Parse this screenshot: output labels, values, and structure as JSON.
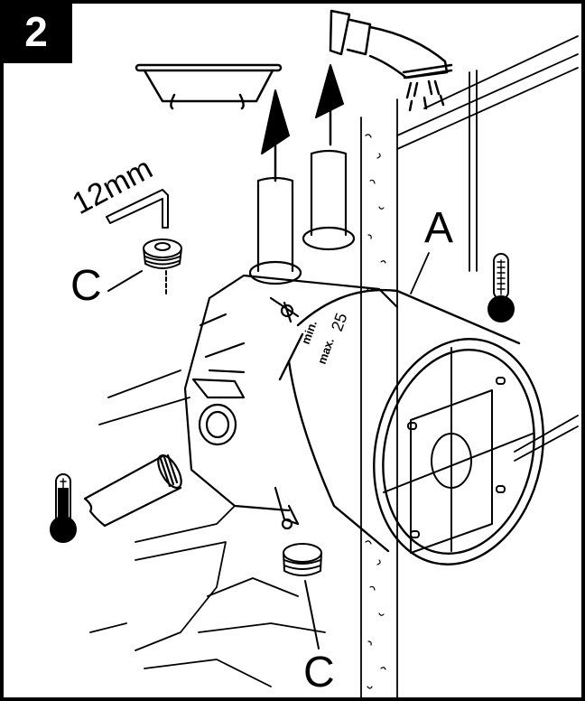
{
  "step": {
    "number": "2"
  },
  "labels": {
    "wrench_size": "12mm",
    "plug_top": "C",
    "plug_bottom": "C",
    "valve_ring": "A"
  },
  "dial": {
    "min": "min.",
    "max": "max.",
    "depth": "25"
  },
  "icons": {
    "hot_thermometer": "thermometer-hot-icon",
    "cold_thermometer": "thermometer-cold-icon",
    "bathtub": "bathtub-icon",
    "shower_head": "shower-head-icon",
    "allen_key": "allen-key-icon"
  },
  "colors": {
    "ink": "#000000",
    "paper": "#ffffff"
  }
}
